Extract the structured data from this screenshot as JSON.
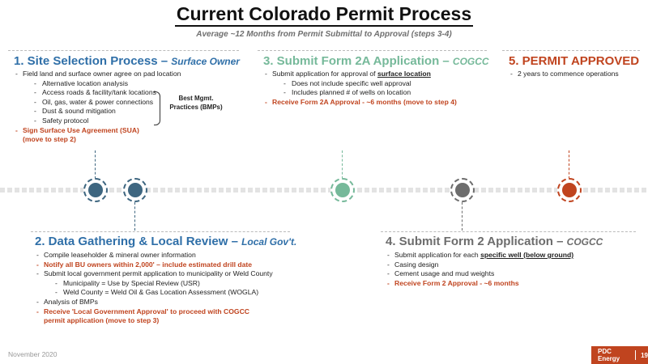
{
  "title": "Current Colorado Permit Process",
  "subtitle": "Average ~12 Months from Permit Submittal to Approval (steps 3-4)",
  "colors": {
    "step1": "#2f6fa8",
    "step2": "#2f6fa8",
    "step3": "#76b99a",
    "step4": "#6d6d6d",
    "step5": "#c0441f",
    "steel": "#3e6680",
    "red": "#c0441f"
  },
  "step1": {
    "heading": "1. Site Selection Process –",
    "heading_sub": "Surface Owner",
    "item1": "Field land and surface owner agree on pad location",
    "sub": [
      "Alternative location analysis",
      "Access roads & facility/tank locations",
      "Oil, gas, water & power connections",
      "Dust & sound mitigation",
      "Safety protocol"
    ],
    "action": "Sign Surface Use Agreement (SUA)",
    "action2": "(move to step 2)",
    "bmp_label": "Best Mgmt. Practices (BMPs)"
  },
  "step2": {
    "heading": "2. Data Gathering & Local Review –",
    "heading_sub": "Local Gov't.",
    "item1": "Compile leaseholder & mineral owner information",
    "item2": "Notify all BU owners within 2,000' – include estimated drill date",
    "item3": "Submit local government permit application to municipality or Weld County",
    "sub": [
      "Municipality = Use by Special Review (USR)",
      "Weld County = Weld Oil & Gas Location Assessment (WOGLA)"
    ],
    "item4": "Analysis of BMPs",
    "item5": "Receive 'Local Government Approval' to proceed with COGCC",
    "item5b": "permit application (move to step 3)"
  },
  "step3": {
    "heading": "3. Submit Form 2A Application –",
    "heading_sub": "COGCC",
    "item1_pre": "Submit application for approval of",
    "item1_u": "surface location",
    "sub": [
      "Does not include specific well approval",
      "Includes planned # of wells on location"
    ],
    "item2": "Receive Form 2A Approval - ~6 months (move to step 4)"
  },
  "step4": {
    "heading": "4. Submit Form 2 Application –",
    "heading_sub": "COGCC",
    "item1_pre": "Submit application for each",
    "item1_u": "specific well (below ground)",
    "item2": "Casing design",
    "item3": "Cement usage and mud weights",
    "item4": "Receive Form 2 Approval - ~6 months"
  },
  "step5": {
    "heading": "5. PERMIT APPROVED",
    "item1": "2 years to commence operations"
  },
  "footer": {
    "date": "November 2020",
    "brand": "PDC Energy",
    "page": "19"
  }
}
